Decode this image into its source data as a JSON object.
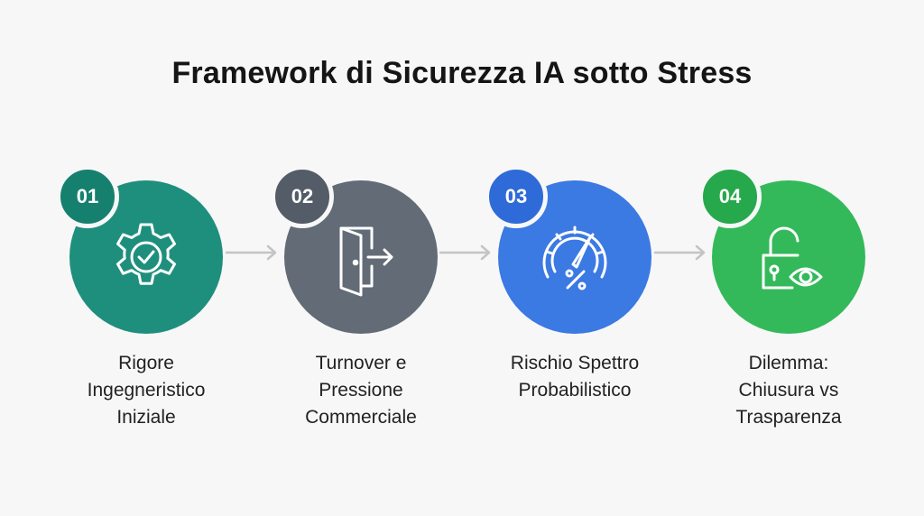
{
  "title": "Framework di Sicurezza IA sotto Stress",
  "steps": [
    {
      "number": "01",
      "icon": "gear-check-icon",
      "color": "#1f8f7d",
      "badge_color": "#16806f",
      "label_lines": [
        "Rigore",
        "Ingegneristico",
        "Iniziale"
      ]
    },
    {
      "number": "02",
      "icon": "door-exit-icon",
      "color": "#636b77",
      "badge_color": "#545c68",
      "label_lines": [
        "Turnover e",
        "Pressione",
        "Commerciale"
      ]
    },
    {
      "number": "03",
      "icon": "gauge-percent-icon",
      "color": "#3b79e3",
      "badge_color": "#2e6bd8",
      "label_lines": [
        "Rischio Spettro",
        "Probabilistico"
      ]
    },
    {
      "number": "04",
      "icon": "unlocked-padlock-eye-icon",
      "color": "#33b95a",
      "badge_color": "#26a84c",
      "label_lines": [
        "Dilemma:",
        "Chiusura vs",
        "Trasparenza"
      ]
    }
  ],
  "connector_color": "#c4c4c4"
}
